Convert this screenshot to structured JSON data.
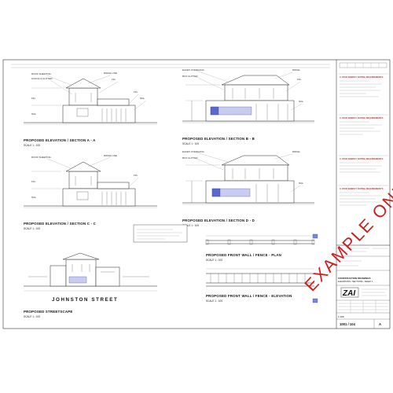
{
  "sheet": {
    "views": [
      {
        "title": "PROPOSED ELEVATION / SECTION A - A",
        "scale": "SCALE 1 : 100"
      },
      {
        "title": "PROPOSED ELEVATION / SECTION B - B",
        "scale": "SCALE 1 : 100"
      },
      {
        "title": "PROPOSED ELEVATION / SECTION C - C",
        "scale": "SCALE 1 : 100"
      },
      {
        "title": "PROPOSED ELEVATION / SECTION D - D",
        "scale": "SCALE 1 : 100"
      },
      {
        "title": "PROPOSED STREETSCAPE",
        "scale": "SCALE 1 : 100"
      },
      {
        "title": "PROPOSED FRONT WALL / FENCE - PLAN",
        "scale": "SCALE 1 : 100"
      },
      {
        "title": "PROPOSED FRONT WALL / FENCE - ELEVATION",
        "scale": "SCALE 1 : 100"
      }
    ],
    "street_name": "JOHNSTON STREET",
    "stamp": "EXAMPLE ONLY",
    "compliance_headings": [
      "3. STAR ENERGY RATING REQUIREMENTS",
      "3. STAR ENERGY RATING REQUIREMENTS",
      "3. STAR ENERGY RATING REQUIREMENTS",
      "3. STAR ENERGY RATING REQUIREMENTS"
    ],
    "title_block": {
      "drawing_type": "CONSTRUCTION DRAWINGS",
      "drawing_desc": "ELEVATIONS / SECTIONS - SHEET 1",
      "firm": "ZAI",
      "scale": "1:100",
      "drawing_number": "1001 / 104",
      "revision": "A"
    }
  }
}
